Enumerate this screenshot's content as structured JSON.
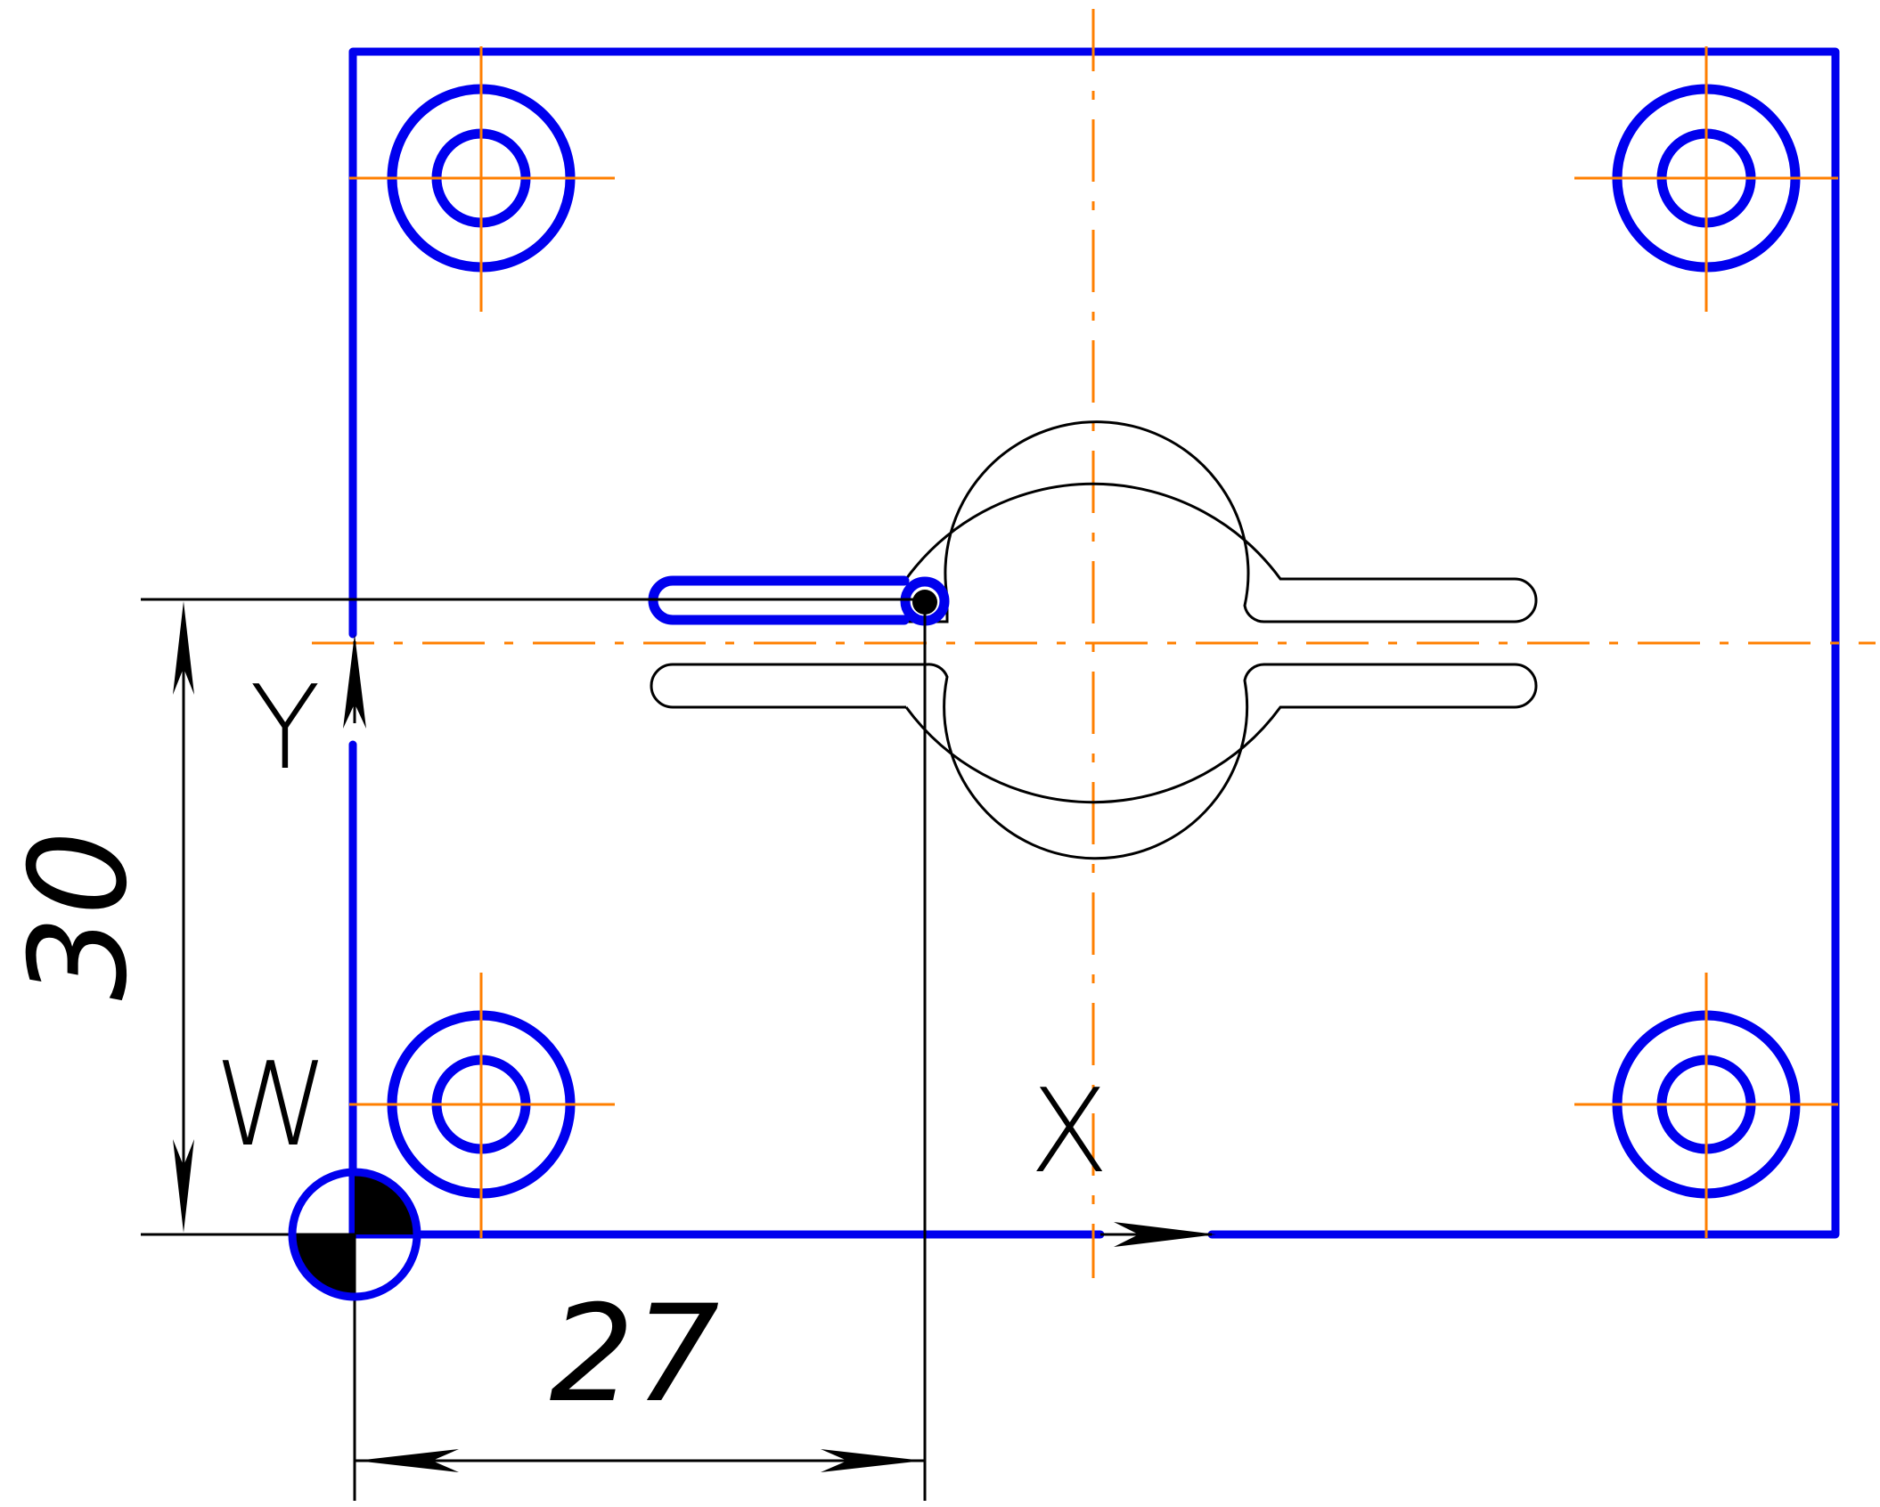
{
  "labels": {
    "axis_y": "Y",
    "axis_x": "X",
    "origin": "W",
    "dim_vertical": "30",
    "dim_horizontal": "27"
  },
  "colors": {
    "outline": "#0000ee",
    "centerline": "#ff7f00",
    "line": "#000000"
  }
}
